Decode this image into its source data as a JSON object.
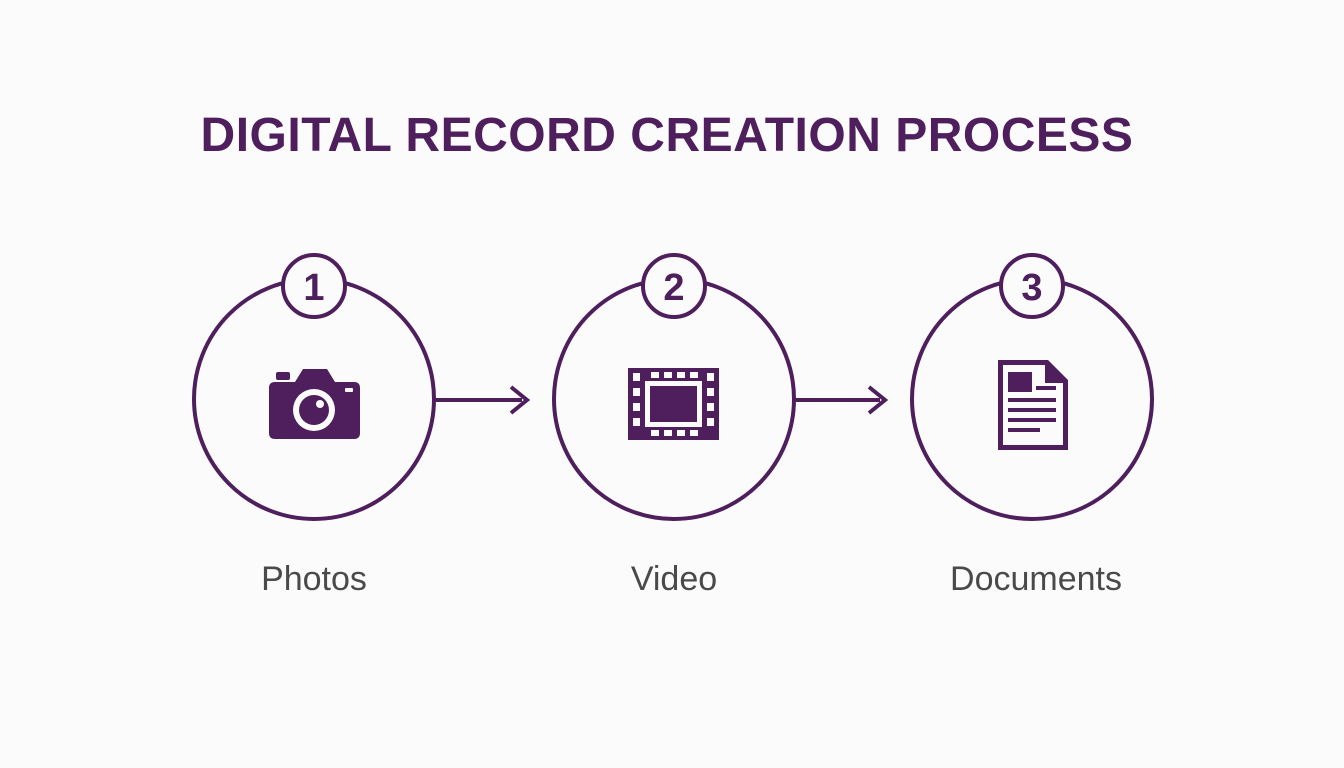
{
  "title": "DIGITAL RECORD CREATION PROCESS",
  "colors": {
    "accent": "#4e1e5d",
    "label": "#4a4a4a",
    "background": "#fbfbfc"
  },
  "steps": [
    {
      "number": "1",
      "label": "Photos",
      "icon": "camera-icon"
    },
    {
      "number": "2",
      "label": "Video",
      "icon": "film-icon"
    },
    {
      "number": "3",
      "label": "Documents",
      "icon": "document-icon"
    }
  ]
}
